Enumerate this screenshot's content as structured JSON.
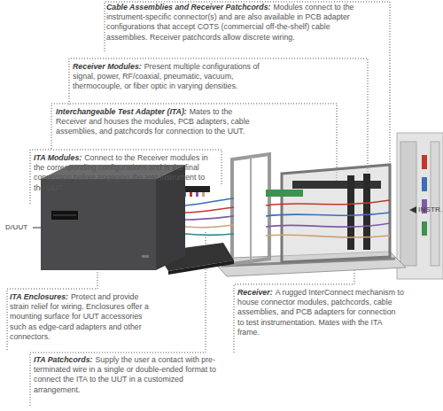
{
  "diagram": {
    "nodes": [
      {
        "text": [
          "Cable Assemblies and Receiver Patchcords:",
          "Modules connect to the instrument-specific connector(s) and are also available in PCB adapter configurations that accept COTS (commercial off-the-shelf) cable assemblies. Receiver patchcords allow discrete wiring."
        ]
      },
      {
        "text": [
          "Receiver Modules:",
          "Present multiple configurations of signal, power, RF/coaxial, pneumatic, vacuum, thermocouple, or fiber optic in varying densities."
        ]
      },
      {
        "text": [
          "Interchangeable Test Adapter (ITA):",
          "Mates to the Receiver and houses the modules, PCB adapters, cable assemblies, and patchcords for connection to the UUT."
        ]
      },
      {
        "text": [
          "ITA Modules:",
          "Connect to the Receiver modules in the corresponding configurations and is the final connection before engaging the test instrument to the UUT."
        ]
      },
      {
        "text": [
          "ITA Enclosures:",
          "Protect and provide strain relief for wiring. Enclosures offer a mounting surface for UUT accessories such as edge-card adapters and other connectors."
        ]
      },
      {
        "text": [
          "Receiver:",
          "A rugged InterConnect mechanism to house connector modules, patchcords, cable assemblies, and PCB adapters for connection to test instrumentation. Mates with the ITA frame."
        ]
      },
      {
        "text": [
          "ITA Patchcords:",
          "Supply the user a contact with pre-terminated wire in a single or double-ended format to connect the ITA to the UUT in a customized arrangement."
        ]
      }
    ],
    "labels": [
      "D/UUT",
      "INSTR."
    ]
  }
}
